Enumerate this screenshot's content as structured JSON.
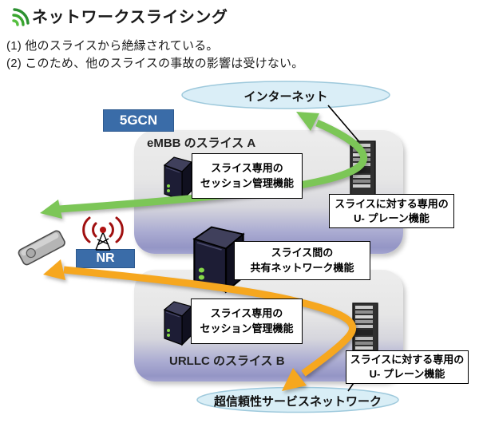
{
  "header": {
    "title": "ネットワークスライシング",
    "point1": "(1) 他のスライスから絶縁されている。",
    "point2": "(2) このため、他のスライスの事故の影響は受けない。"
  },
  "labels": {
    "core": "5GCN",
    "nr": "NR",
    "internet_cloud": "インターネット",
    "service_cloud": "超信頼性サービスネットワーク",
    "slice_a_title": "eMBB のスライス A",
    "slice_b_title": "URLLC のスライス B",
    "session_a": "スライス専用の\nセッション管理機能",
    "session_b": "スライス専用の\nセッション管理機能",
    "shared": "スライス間の\n共有ネットワーク機能",
    "uplane_a": "スライスに対する専用の\nU- プレーン機能",
    "uplane_b": "スライスに対する専用の\nU- プレーン機能"
  },
  "colors": {
    "arrow_green": "#7cc657",
    "arrow_orange": "#f6a71f",
    "core_blue": "#3a6ca8",
    "slice_purple": "#9b9cc9",
    "cloud_blue": "#daeef7",
    "antenna_red": "#b01212",
    "led_green": "#86d948"
  }
}
